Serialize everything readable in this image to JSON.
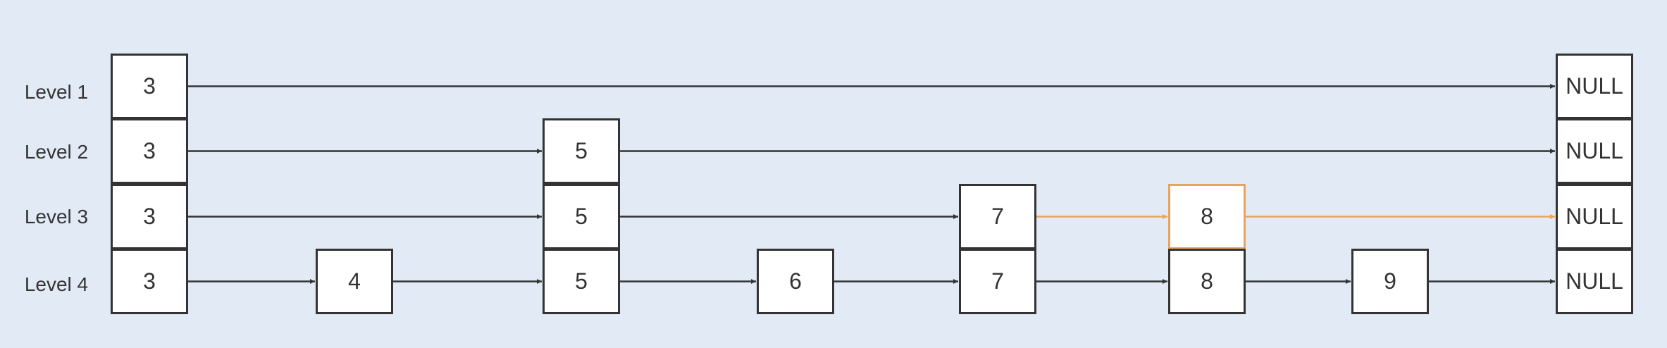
{
  "levels": [
    {
      "label": "Level 1",
      "nodes": [
        "3",
        "NULL"
      ]
    },
    {
      "label": "Level 2",
      "nodes": [
        "3",
        "5",
        "NULL"
      ]
    },
    {
      "label": "Level 3",
      "nodes": [
        "3",
        "5",
        "7",
        "8",
        "NULL"
      ]
    },
    {
      "label": "Level 4",
      "nodes": [
        "3",
        "4",
        "5",
        "6",
        "7",
        "8",
        "9",
        "NULL"
      ]
    }
  ],
  "search_path": {
    "level": "Level 3",
    "from": "7",
    "through": "8",
    "to": "NULL"
  },
  "colors": {
    "background": "#e2eaf6",
    "border": "#333333",
    "highlight": "#e8a45c",
    "node_fill": "#ffffff"
  }
}
